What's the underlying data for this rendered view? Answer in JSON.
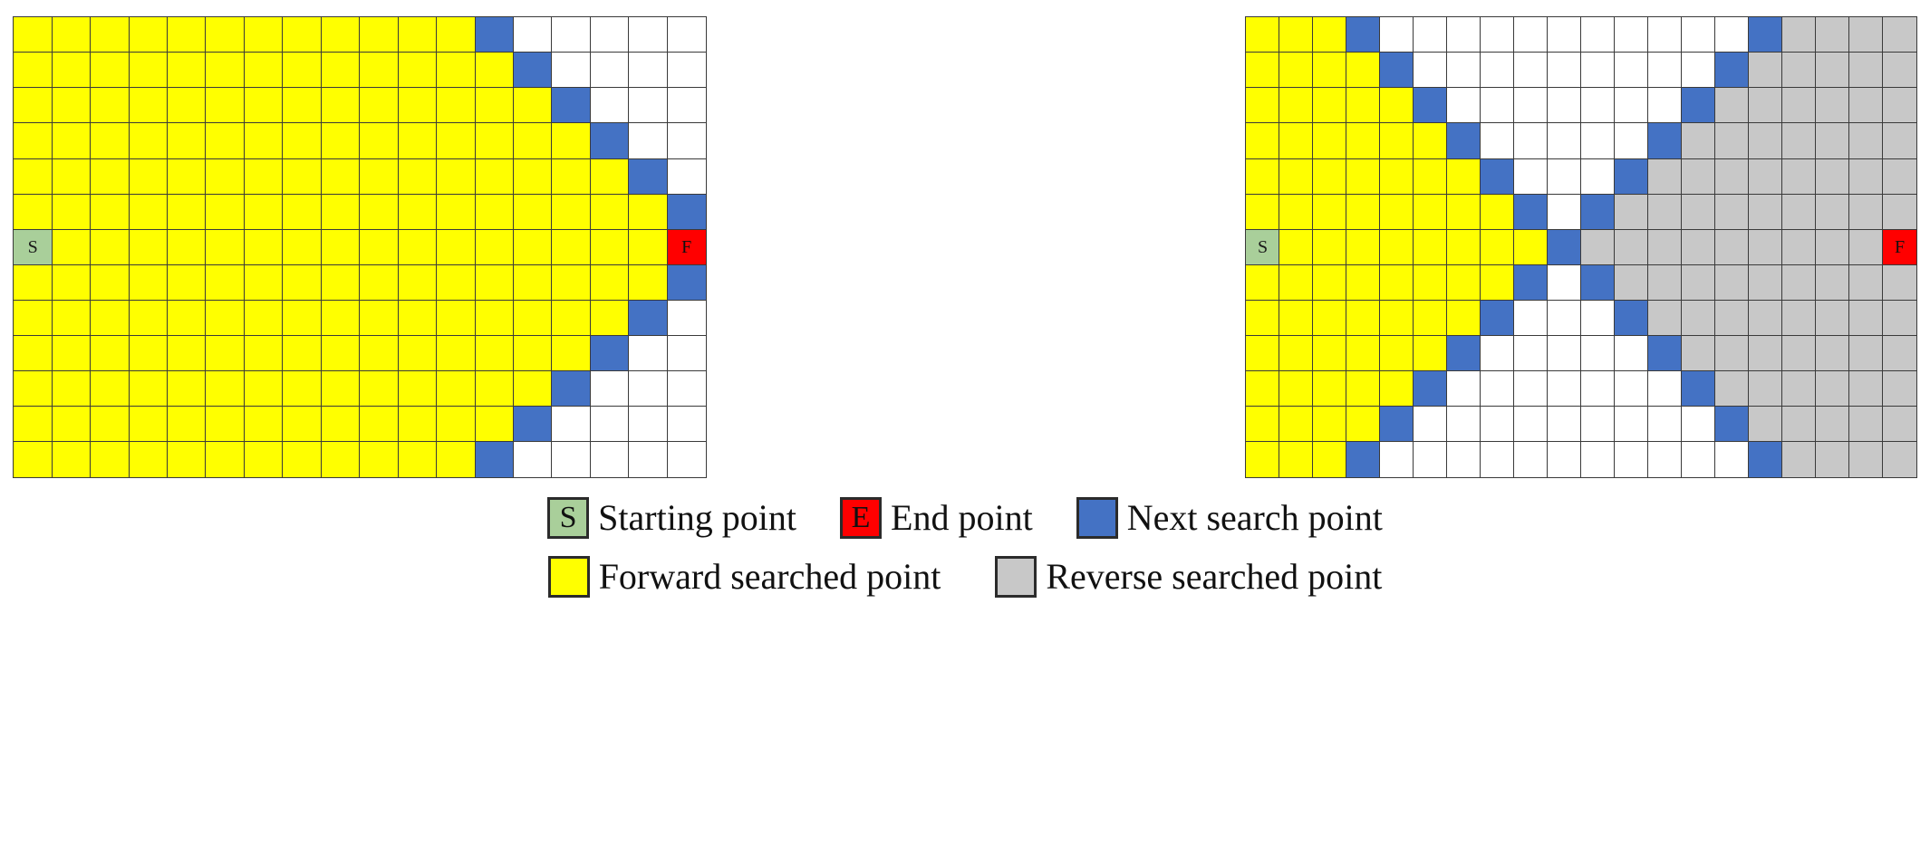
{
  "figure": {
    "kind": "bidirectional-search-grid-illustration",
    "panel_count": 2
  },
  "colors": {
    "forward": "#ffff00",
    "reverse": "#c8c8c8",
    "next": "#4472c4",
    "start": "#a9cf9a",
    "end": "#ff0000",
    "empty": "#ffffff",
    "cell_border": "#3a3a3a"
  },
  "markers": {
    "start_label": "S",
    "end_label": "F",
    "legend_end_label": "E"
  },
  "legend": {
    "rows": [
      [
        {
          "swatch": "sw-green",
          "letter": "S",
          "text": "Starting point",
          "name": "legend-starting-point"
        },
        {
          "swatch": "sw-red",
          "letter": "E",
          "text": "End point",
          "name": "legend-end-point"
        },
        {
          "swatch": "sw-blue",
          "letter": "",
          "text": "Next search point",
          "name": "legend-next-search-point"
        }
      ],
      [
        {
          "swatch": "sw-yellow",
          "letter": "",
          "text": "Forward searched point",
          "name": "legend-forward-searched-point"
        },
        {
          "swatch": "sw-gray",
          "letter": "",
          "text": "Reverse searched point",
          "name": "legend-reverse-searched-point"
        }
      ]
    ]
  },
  "panels": [
    {
      "name": "unidirectional-search-grid",
      "cols": 18,
      "rows": 13,
      "legend_key": {
        "Y": "forward",
        "B": "next",
        "W": "empty",
        "G": "reverse",
        "S": "start",
        "F": "end"
      },
      "grid": [
        "YYYYYYYYYYYYBWWWWW",
        "YYYYYYYYYYYYYBWWWW",
        "YYYYYYYYYYYYYYBWWW",
        "YYYYYYYYYYYYYYYBWW",
        "YYYYYYYYYYYYYYYYBW",
        "YYYYYYYYYYYYYYYYYB",
        "SYYYYYYYYYYYYYYYYF",
        "YYYYYYYYYYYYYYYYYB",
        "YYYYYYYYYYYYYYYYBW",
        "YYYYYYYYYYYYYYYBWW",
        "YYYYYYYYYYYYYYBWWW",
        "YYYYYYYYYYYYYBWWWW",
        "YYYYYYYYYYYYBWWWWW"
      ]
    },
    {
      "name": "bidirectional-search-grid",
      "cols": 20,
      "rows": 13,
      "legend_key": {
        "Y": "forward",
        "B": "next",
        "W": "empty",
        "G": "reverse",
        "S": "start",
        "F": "end"
      },
      "grid": [
        "YYYBWWWWWWWWWWWBGGGG",
        "YYYYBWWWWWWWWWBGGGGG",
        "YYYYYBWWWWWWWBGGGGGG",
        "YYYYYYBWWWWWBGGGGGGG",
        "YYYYYYYBWWWBGGGGGGGG",
        "YYYYYYYYBWBGGGGGGGGG",
        "SYYYYYYYYBGGGGGGGGGF",
        "YYYYYYYYBWBGGGGGGGGG",
        "YYYYYYYBWWWBGGGGGGGG",
        "YYYYYYBWWWWWBGGGGGGG",
        "YYYYYBWWWWWWWBGGGGGG",
        "YYYYBWWWWWWWWWBGGGGG",
        "YYYBWWWWWWWWWWWBGGGG"
      ]
    }
  ]
}
